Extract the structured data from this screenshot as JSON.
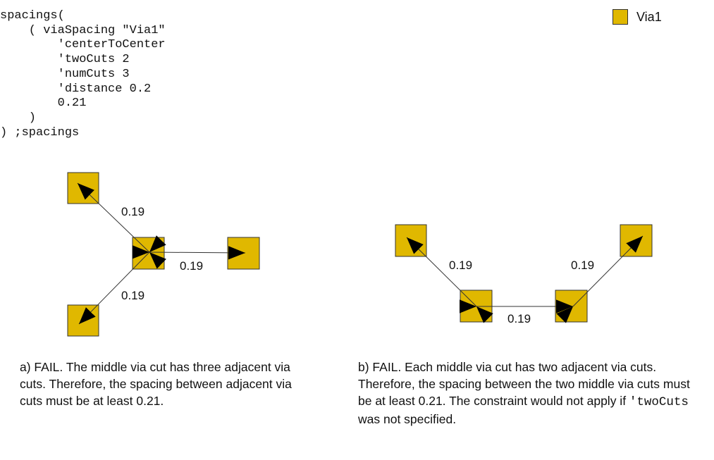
{
  "code": {
    "lines": [
      "spacings(",
      "    ( viaSpacing \"Via1\"",
      "        'centerToCenter",
      "        'twoCuts 2",
      "        'numCuts 3",
      "        'distance 0.2",
      "        0.21",
      "    )",
      ") ;spacings"
    ]
  },
  "legend": {
    "label": "Via1",
    "color": "#e0b800"
  },
  "diagram_a": {
    "labels": {
      "upper_left": "0.19",
      "right": "0.19",
      "lower_left": "0.19"
    },
    "caption": "a) FAIL. The middle via cut has three adjacent via cuts. Therefore, the spacing between adjacent via cuts must be at least 0.21."
  },
  "diagram_b": {
    "labels": {
      "left": "0.19",
      "right": "0.19",
      "middle": "0.19"
    },
    "caption_before": "b) FAIL. Each middle via cut has two adjacent via cuts. Therefore, the spacing between the two middle via cuts must be at least 0.21. The constraint would not apply if ",
    "caption_code": "'twoCuts",
    "caption_after": " was not specified."
  }
}
